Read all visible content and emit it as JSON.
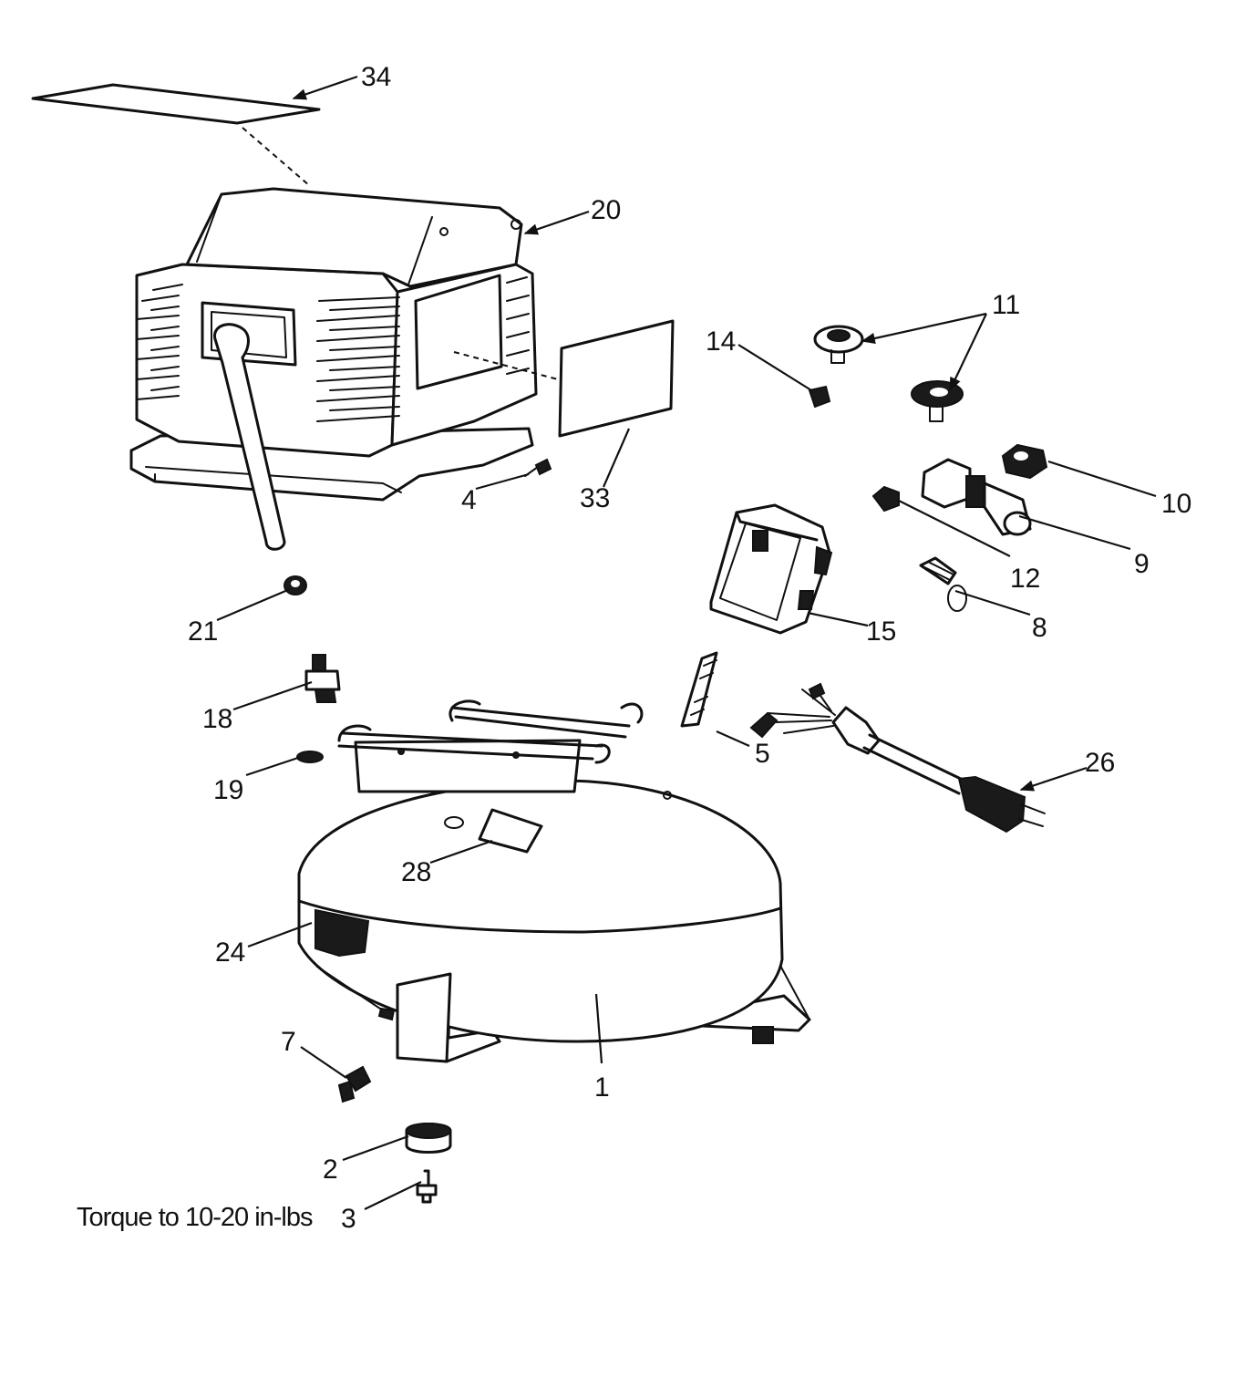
{
  "callouts": {
    "c1": "1",
    "c2": "2",
    "c3": "3",
    "c4": "4",
    "c5": "5",
    "c7": "7",
    "c8": "8",
    "c9": "9",
    "c10": "10",
    "c11": "11",
    "c12": "12",
    "c14": "14",
    "c15": "15",
    "c18": "18",
    "c19": "19",
    "c20": "20",
    "c21": "21",
    "c24": "24",
    "c26": "26",
    "c28": "28",
    "c33": "33",
    "c34": "34"
  },
  "note": "Torque to 10-20 in-lbs"
}
